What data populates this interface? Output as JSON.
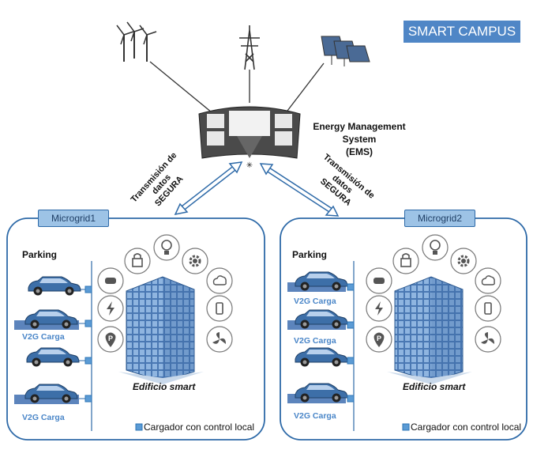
{
  "title": "SMART CAMPUS",
  "ems": {
    "line1": "Energy Management System",
    "line2": "(EMS)"
  },
  "transmission_left": {
    "line1": "Transmisión de datos",
    "line2": "SEGURA"
  },
  "transmission_right": {
    "line1": "Transmisión de datos",
    "line2": "SEGURA"
  },
  "microgrids": [
    {
      "name": "Microgrid1",
      "parking_label": "Parking",
      "v2g_labels": [
        "V2G Carga",
        "V2G Carga"
      ],
      "building_label": "Edificio smart",
      "legend_label": "Cargador con control local"
    },
    {
      "name": "Microgrid2",
      "parking_label": "Parking",
      "v2g_labels": [
        "V2G Carga",
        "V2G Carga",
        "V2G Carga"
      ],
      "building_label": "Edificio smart",
      "legend_label": "Cargador con control local"
    }
  ],
  "colors": {
    "accent": "#4f86c6",
    "border": "#2e6aa8",
    "car": "#3d6fa8",
    "icon": "#555555"
  }
}
